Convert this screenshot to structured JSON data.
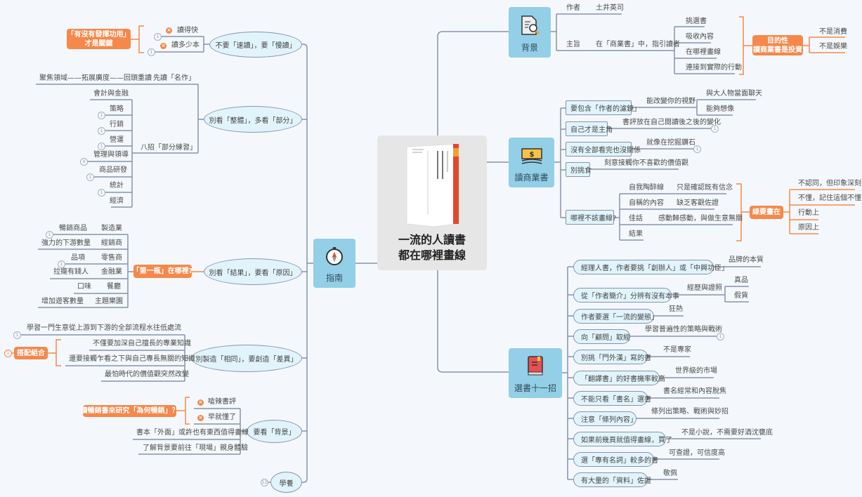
{
  "center": {
    "title_line1": "一流的人讀書",
    "title_line2": "都在哪裡畫線",
    "cover_icon": "book-cover-image"
  },
  "badges": {
    "one": "1",
    "four": "4",
    "twelve": "12"
  },
  "colors": {
    "node": "#93cfe6",
    "subnode": "#e1f4fc",
    "accent": "#f5884a",
    "line": "#8793ab"
  },
  "guide": {
    "label": "指南",
    "icon": "compass-icon",
    "b1": {
      "title": "不要「速讀」，要「慢讀」",
      "items": [
        "讀得快",
        "讀多少本"
      ],
      "note": [
        "「有沒有發揮功用」",
        "才是關鍵"
      ]
    },
    "b2": {
      "title": "別看「整體」，多看「部分」",
      "first": "先讀「名作」",
      "first_detail": "聚焦領域——拓展廣度——回頭重讀",
      "eight": "八招「部分練習」",
      "eight_items": [
        "會計與金融",
        "策略",
        "行銷",
        "營運",
        "管理與領導",
        "商品研發",
        "統計",
        "經濟"
      ]
    },
    "b3": {
      "title": "別看「結果」，要看「原因」",
      "note": "「第一瓶」在哪裡?",
      "rows": [
        {
          "industry": "製造業",
          "key": "暢銷商品"
        },
        {
          "industry": "經銷商",
          "key": "強力的下游數量"
        },
        {
          "industry": "零售商",
          "key": "品項"
        },
        {
          "industry": "金融業",
          "key": "拉攏有錢人"
        },
        {
          "industry": "餐廳",
          "key": "口味"
        },
        {
          "industry": "主題樂園",
          "key": "增加遊客數量"
        }
      ]
    },
    "b4": {
      "title": "別製造「相同」，要創造「差異」",
      "item1": "水往低處流",
      "item1_detail": "學習一門生意從上游到下游的全部流程",
      "items": [
        "不僅要加深自己擅長的專業知識",
        "還要接觸乍看之下與自己專長無關的知識",
        "最怕時代的價值觀突然改變"
      ],
      "note": "搭配組合"
    },
    "b5": {
      "title": "要看「背景」",
      "items": [
        "嗆辣書評",
        "早就懂了",
        "書本「外面」或許也有東西值得畫線",
        "了解背景要前往「現場」親身體驗"
      ],
      "note": "讀暢銷書來研究「為何暢銷」？"
    },
    "b6": {
      "title": "學養"
    }
  },
  "background": {
    "label": "背景",
    "icon": "document-search-icon",
    "author_label": "作者",
    "author": "土井英司",
    "theme_label": "主旨",
    "theme": "在「商業書」中，指引讀者",
    "theme_items": [
      "挑選書",
      "吸收內容",
      "在哪裡畫線",
      "連接到實際的行動"
    ],
    "note": [
      "目的性",
      "讀商業書是投資"
    ],
    "note_items": [
      "不是消費",
      "不是娛樂"
    ]
  },
  "business": {
    "label": "讀商業書",
    "icon": "money-icon",
    "n1": "要包含「作者的濾鏡」",
    "n1_detail": "能改變你的視野",
    "n1_items": [
      "與大人物當面聊天",
      "能夠想像"
    ],
    "n2": "自己才是主角",
    "n2_detail": "書評放在自己閱讀後之後的變化",
    "n3": "沒有全部看完也沒關係",
    "n3_detail": "就像在挖掘鑽石",
    "n4": "別挑食",
    "n4_detail": "刻意接觸你不喜歡的價值觀",
    "n5": "哪裡不該畫線?",
    "n5_rows": [
      {
        "a": "自我陶醉線",
        "b": "只是確認既有信念"
      },
      {
        "a": "自稱的內容",
        "b": "缺乏客觀佐證"
      },
      {
        "a": "佳話",
        "b": "感動歸感動，與做生意無關"
      },
      {
        "a": "結果",
        "b": ""
      }
    ],
    "note": "線要畫在",
    "note_items": [
      "不認同，但印象深刻",
      "不懂，記住這個不懂",
      "行動上",
      "原因上"
    ]
  },
  "eleven": {
    "label": "選書十一招",
    "icon": "book-icon",
    "tips": [
      {
        "tip": "經理人書，作者要挑「創辦人」或「中興功臣」",
        "detail": "品牌的本質"
      },
      {
        "tip": "從「作者簡介」分辨有沒有本事",
        "detail": "經歷與證照",
        "sub": [
          "真品",
          "假貨"
        ]
      },
      {
        "tip": "作者要選「一流的變態」",
        "detail": "狂熱"
      },
      {
        "tip": "向「顧問」取經",
        "detail": "學習普遍性的策略與戰術"
      },
      {
        "tip": "別挑「門外漢」寫的書",
        "detail": "不是專家"
      },
      {
        "tip": "「翻譯書」的好書機率較高",
        "detail": "世界級的市場"
      },
      {
        "tip": "不能只看「書名」選書",
        "detail": "書名經常和內容脫焦"
      },
      {
        "tip": "注意「條列內容」",
        "detail": "條列出策略、戰術與妙招"
      },
      {
        "tip": "如果前幾頁就值得畫線，買了",
        "detail": "不是小說，不需要好酒沈甕底"
      },
      {
        "tip": "選「專有名詞」較多的書",
        "detail": "可查證，可信度高"
      },
      {
        "tip": "有大量的「資料」佐證",
        "detail": "敬佩"
      }
    ]
  }
}
